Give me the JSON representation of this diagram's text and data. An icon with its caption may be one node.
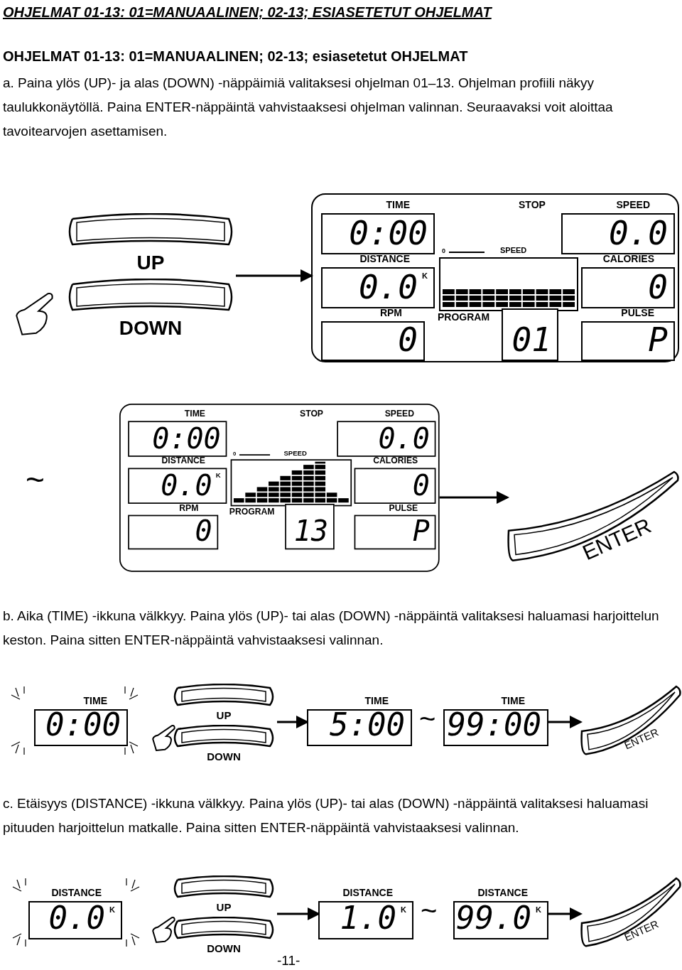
{
  "diagram": {
    "title": "OHJELMAT 01-13: 01=MANUAALINEN; 02-13; ESIASETETUT OHJELMAT",
    "nodes": [
      {
        "text": [
          "UP",
          "DOWN"
        ]
      },
      {
        "text": [
          "STOP"
        ]
      },
      {
        "text": [
          "TIME",
          "0:00"
        ],
        "in": 1
      },
      {
        "text": [
          "SPEED",
          "0.0"
        ],
        "in": 1
      },
      {
        "text": [
          "DISTANCE",
          "0.0",
          "K"
        ],
        "in": 1
      },
      {
        "text": [
          "0",
          "SPEED"
        ],
        "in": 1
      },
      {
        "text": [
          "CALORIES",
          "0"
        ],
        "in": 1
      },
      {
        "text": [
          "RPM",
          "0"
        ],
        "in": 1
      },
      {
        "text": [
          "PROGRAM",
          "01"
        ],
        "in": 1
      },
      {
        "text": [
          "PULSE",
          "P"
        ],
        "in": 1
      },
      {
        "text": [
          "STOP"
        ]
      },
      {
        "text": [
          "TIME",
          "0:00"
        ],
        "in": 10
      },
      {
        "text": [
          "SPEED",
          "0.0"
        ],
        "in": 10
      },
      {
        "text": [
          "DISTANCE",
          "0.0",
          "K"
        ],
        "in": 10
      },
      {
        "text": [
          "0",
          "SPEED"
        ],
        "in": 10
      },
      {
        "text": [
          "CALORIES",
          "0"
        ],
        "in": 10
      },
      {
        "text": [
          "RPM",
          "0"
        ],
        "in": 10
      },
      {
        "text": [
          "PROGRAM",
          "13"
        ],
        "in": 10
      },
      {
        "text": [
          "PULSE",
          "P"
        ],
        "in": 10
      },
      {
        "text": [
          "ENTER"
        ]
      },
      {
        "text": [
          "TIME",
          "0:00"
        ]
      },
      {
        "text": [
          "UP",
          "DOWN"
        ]
      },
      {
        "text": [
          "TIME",
          "5:00"
        ]
      },
      {
        "text": [
          "TIME",
          "99:00"
        ]
      },
      {
        "text": [
          "ENTER"
        ]
      },
      {
        "text": [
          "DISTANCE",
          "0.0",
          "K"
        ]
      },
      {
        "text": [
          "UP",
          "DOWN"
        ]
      },
      {
        "text": [
          "DISTANCE",
          "1.0",
          "K"
        ]
      },
      {
        "text": [
          "DISTANCE",
          "99.0",
          "K"
        ]
      },
      {
        "text": [
          "ENTER"
        ]
      }
    ],
    "edges": [
      {
        "from": 0,
        "to": 1,
        "arrow": "to"
      },
      {
        "from": 10,
        "to": 19,
        "arrow": "to"
      },
      {
        "from": 21,
        "to": 22,
        "arrow": "to"
      },
      {
        "from": 23,
        "to": 24,
        "arrow": "to"
      },
      {
        "from": 26,
        "to": 27,
        "arrow": "to"
      },
      {
        "from": 28,
        "to": 29,
        "arrow": "to"
      }
    ],
    "labels": [
      "OHJELMAT 01-13: 01=MANUAALINEN; 02-13; esiasetetut OHJELMAT",
      "a. Paina ylös (UP)- ja alas (DOWN) -näppäimiä valitaksesi ohjelman 01–13. Ohjelman profiili näkyy taulukkonäytöllä. Paina ENTER-näppäintä vahvistaaksesi ohjelman valinnan. Seuraavaksi voit aloittaa tavoitearvojen asettamisen.",
      "~",
      "b. Aika (TIME) -ikkuna välkkyy. Paina ylös (UP)- tai alas (DOWN) -näppäintä valitaksesi haluamasi harjoittelun keston. Paina sitten ENTER-näppäintä vahvistaaksesi valinnan.",
      "~",
      "c. Etäisyys (DISTANCE) -ikkuna välkkyy. Paina ylös (UP)- tai alas (DOWN) -näppäintä valitaksesi haluamasi pituuden harjoittelun matkalle. Paina sitten ENTER-näppäintä vahvistaaksesi valinnan.",
      "~",
      "-11-"
    ]
  }
}
